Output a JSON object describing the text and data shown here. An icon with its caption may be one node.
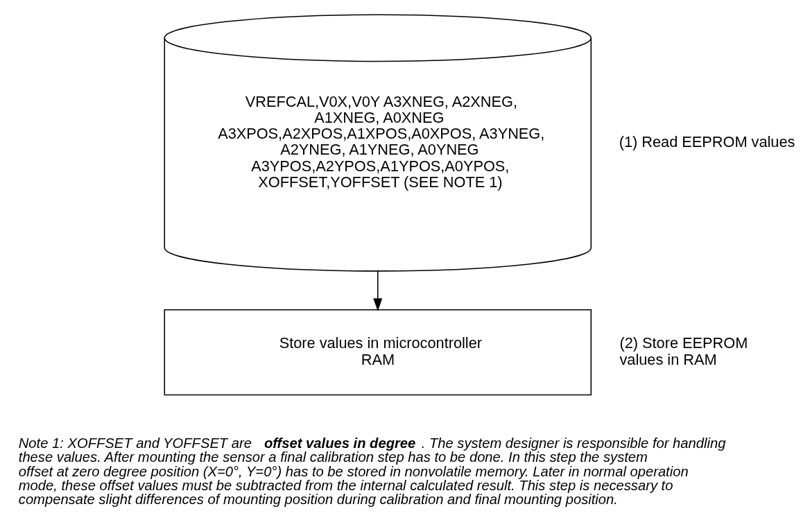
{
  "diagram": {
    "nodes": [
      {
        "text": [
          "VREFCAL,V0X,V0Y A3XNEG, A2XNEG, A1XNEG, A0XNEG A3XPOS,A2XPOS,A1XPOS,A0XPOS, A3YNEG, A2YNEG, A1YNEG, A0YNEG A3YPOS,A2YPOS,A1YPOS,A0YPOS, XOFFSET,YOFFSET (SEE NOTE 1)"
        ],
        "beside": [
          "(1) Read EEPROM values"
        ]
      },
      {
        "text": [
          "Store values in microcontroller RAM"
        ],
        "beside": [
          "(2) Store EEPROM values in RAM"
        ]
      }
    ],
    "edges": [
      {
        "from": 0,
        "to": 1,
        "arrow": "to"
      }
    ],
    "labels": [
      "Note 1: XOFFSET and YOFFSET are **offset values in degree**. The system designer is responsible for handling these values. After mounting the sensor a final calibration step has to be done. In this step the system offset at zero degree position (X=0°, Y=0°) has to be stored in nonvolatile memory. Later in normal operation mode, these offset values must be subtracted from the internal calculated result. This step is necessary to compensate slight differences of mounting position during calibration and final mounting position."
    ]
  }
}
